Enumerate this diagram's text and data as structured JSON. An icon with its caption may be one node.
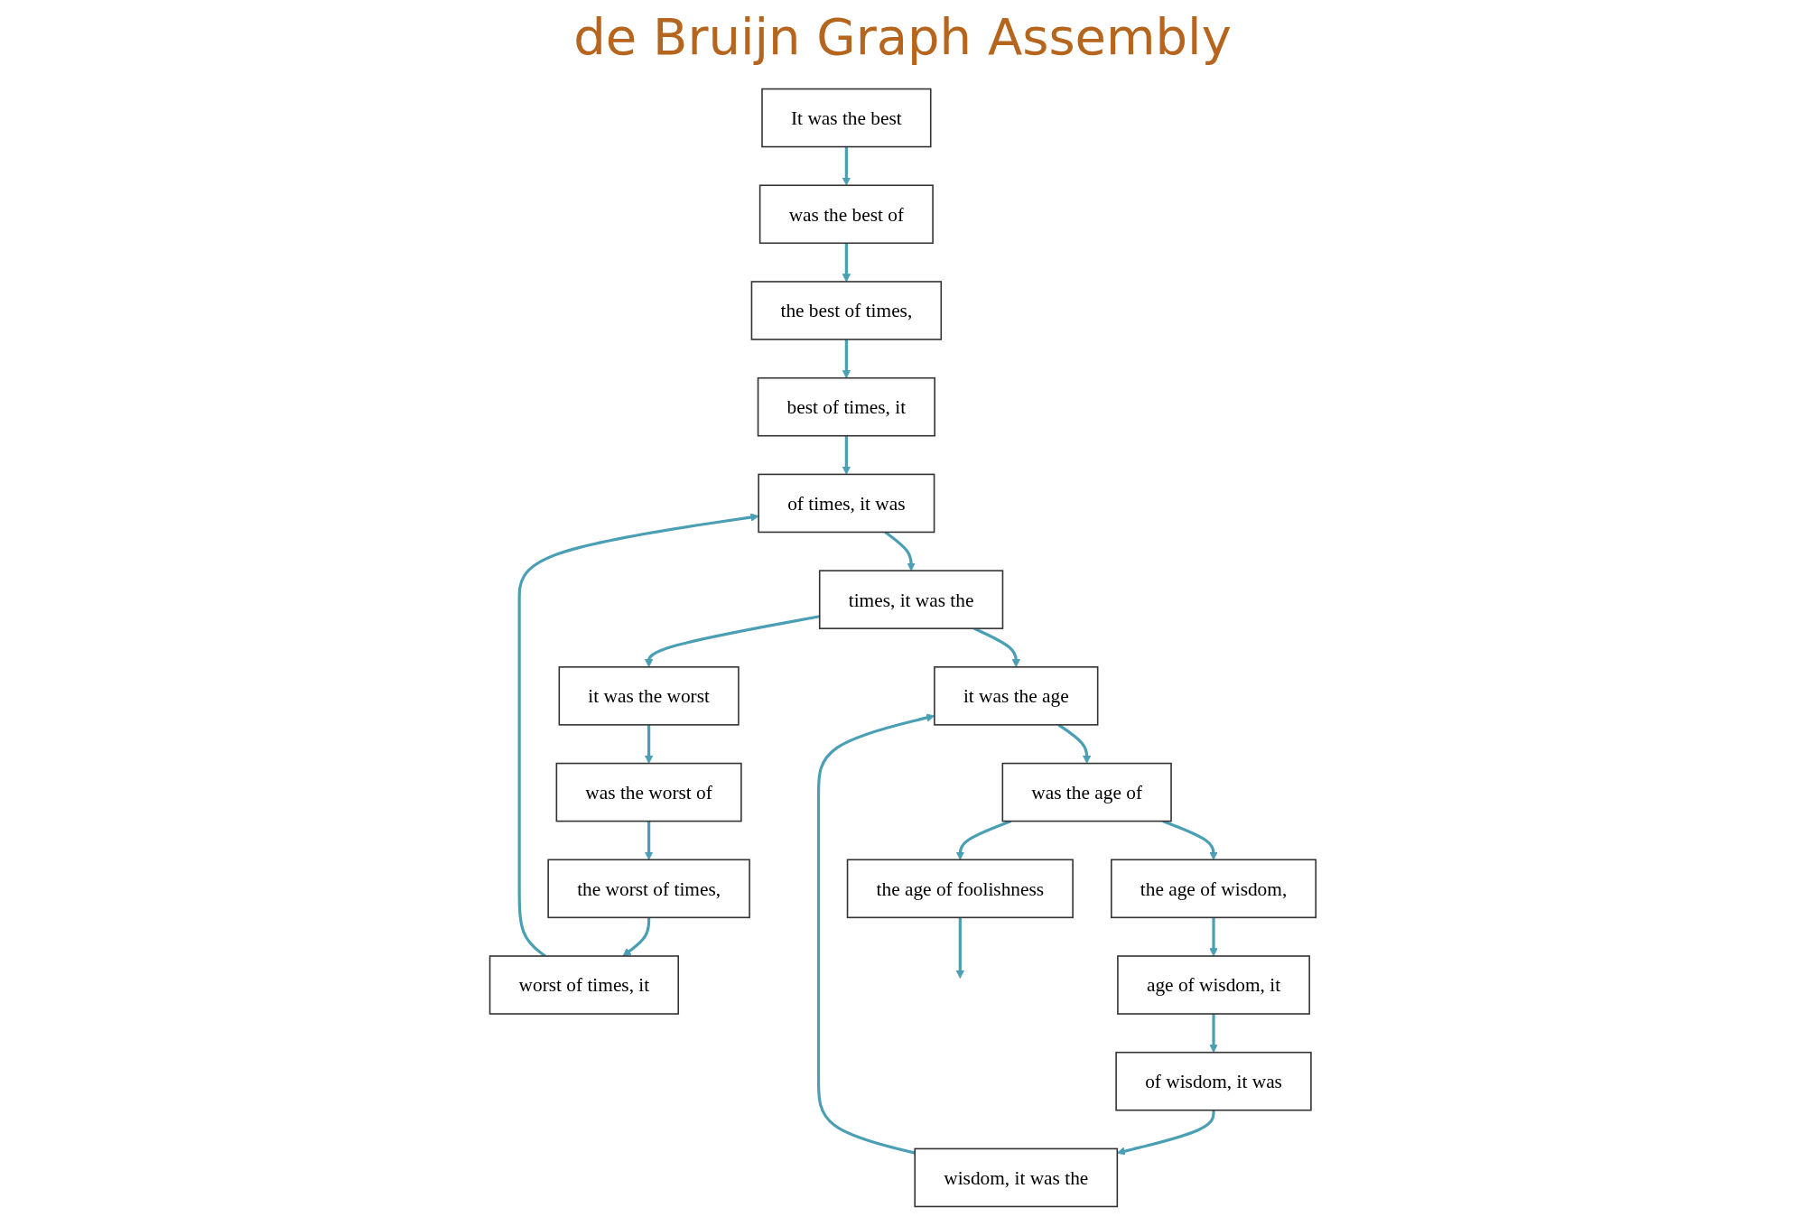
{
  "diagram": {
    "title": "de Bruijn Graph Assembly",
    "nodes": [
      {
        "text": [
          "It was the best"
        ]
      },
      {
        "text": [
          "was the best of"
        ]
      },
      {
        "text": [
          "the best of times,"
        ]
      },
      {
        "text": [
          "best of times, it"
        ]
      },
      {
        "text": [
          "of times, it was"
        ]
      },
      {
        "text": [
          "times, it was the"
        ]
      },
      {
        "text": [
          "it was the worst"
        ]
      },
      {
        "text": [
          "was the worst of"
        ]
      },
      {
        "text": [
          "the worst of times,"
        ]
      },
      {
        "text": [
          "worst of times, it"
        ]
      },
      {
        "text": [
          "it was the age"
        ]
      },
      {
        "text": [
          "was the age of"
        ]
      },
      {
        "text": [
          "the age of foolishness"
        ]
      },
      {
        "text": [
          "the age of wisdom,"
        ]
      },
      {
        "text": [
          "age of wisdom, it"
        ]
      },
      {
        "text": [
          "of wisdom, it was"
        ]
      },
      {
        "text": [
          "wisdom, it was the"
        ]
      }
    ],
    "edges": [
      {
        "from": 0,
        "to": 1,
        "arrow": "to"
      },
      {
        "from": 1,
        "to": 2,
        "arrow": "to"
      },
      {
        "from": 2,
        "to": 3,
        "arrow": "to"
      },
      {
        "from": 3,
        "to": 4,
        "arrow": "to"
      },
      {
        "from": 4,
        "to": 5,
        "arrow": "to"
      },
      {
        "from": 5,
        "to": 6,
        "arrow": "to"
      },
      {
        "from": 5,
        "to": 10,
        "arrow": "to"
      },
      {
        "from": 6,
        "to": 7,
        "arrow": "to"
      },
      {
        "from": 7,
        "to": 8,
        "arrow": "to"
      },
      {
        "from": 8,
        "to": 9,
        "arrow": "to"
      },
      {
        "from": 9,
        "to": 4,
        "arrow": "to"
      },
      {
        "from": 10,
        "to": 11,
        "arrow": "to"
      },
      {
        "from": 11,
        "to": 12,
        "arrow": "to"
      },
      {
        "from": 11,
        "to": 13,
        "arrow": "to"
      },
      {
        "from": 12,
        "to": null,
        "arrow": "to"
      },
      {
        "from": 13,
        "to": 14,
        "arrow": "to"
      },
      {
        "from": 14,
        "to": 15,
        "arrow": "to"
      },
      {
        "from": 15,
        "to": 16,
        "arrow": "to"
      },
      {
        "from": 16,
        "to": 10,
        "arrow": "to"
      }
    ]
  }
}
